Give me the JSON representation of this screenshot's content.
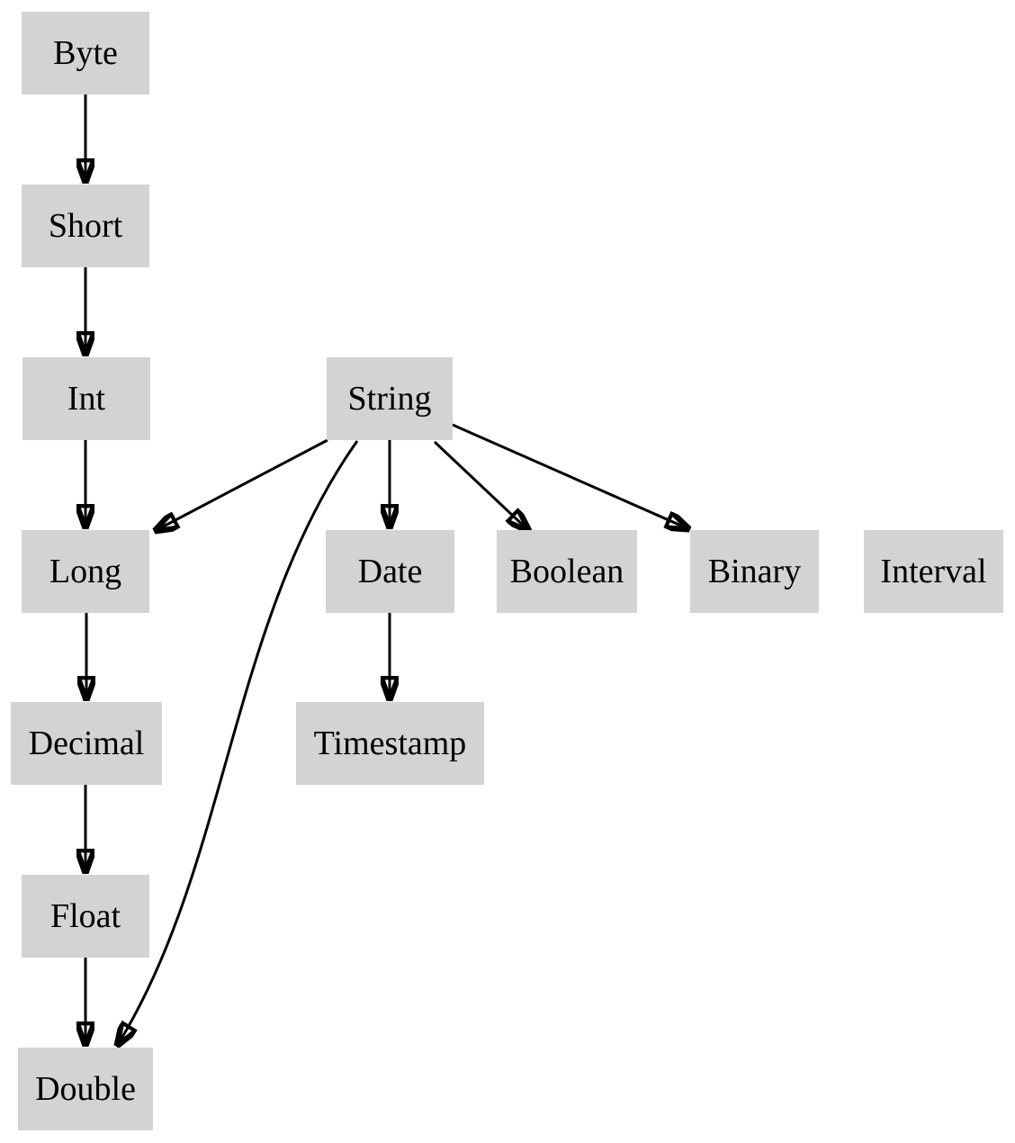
{
  "diagram": {
    "type": "directed-graph",
    "description": "Type precedence / implicit cast hierarchy",
    "background_color": "#ffffff",
    "node_fill_color": "#d3d3d3",
    "node_text_color": "#000000",
    "edge_color": "#000000",
    "nodes": [
      {
        "id": "byte",
        "label": "Byte"
      },
      {
        "id": "short",
        "label": "Short"
      },
      {
        "id": "int",
        "label": "Int"
      },
      {
        "id": "long",
        "label": "Long"
      },
      {
        "id": "decimal",
        "label": "Decimal"
      },
      {
        "id": "float",
        "label": "Float"
      },
      {
        "id": "double",
        "label": "Double"
      },
      {
        "id": "string",
        "label": "String"
      },
      {
        "id": "date",
        "label": "Date"
      },
      {
        "id": "timestamp",
        "label": "Timestamp"
      },
      {
        "id": "boolean",
        "label": "Boolean"
      },
      {
        "id": "binary",
        "label": "Binary"
      },
      {
        "id": "interval",
        "label": "Interval"
      }
    ],
    "edges": [
      {
        "from": "Byte",
        "to": "Short"
      },
      {
        "from": "Short",
        "to": "Int"
      },
      {
        "from": "Int",
        "to": "Long"
      },
      {
        "from": "Long",
        "to": "Decimal"
      },
      {
        "from": "Decimal",
        "to": "Float"
      },
      {
        "from": "Float",
        "to": "Double"
      },
      {
        "from": "String",
        "to": "Long"
      },
      {
        "from": "String",
        "to": "Double"
      },
      {
        "from": "String",
        "to": "Date"
      },
      {
        "from": "String",
        "to": "Boolean"
      },
      {
        "from": "String",
        "to": "Binary"
      },
      {
        "from": "Date",
        "to": "Timestamp"
      }
    ]
  }
}
